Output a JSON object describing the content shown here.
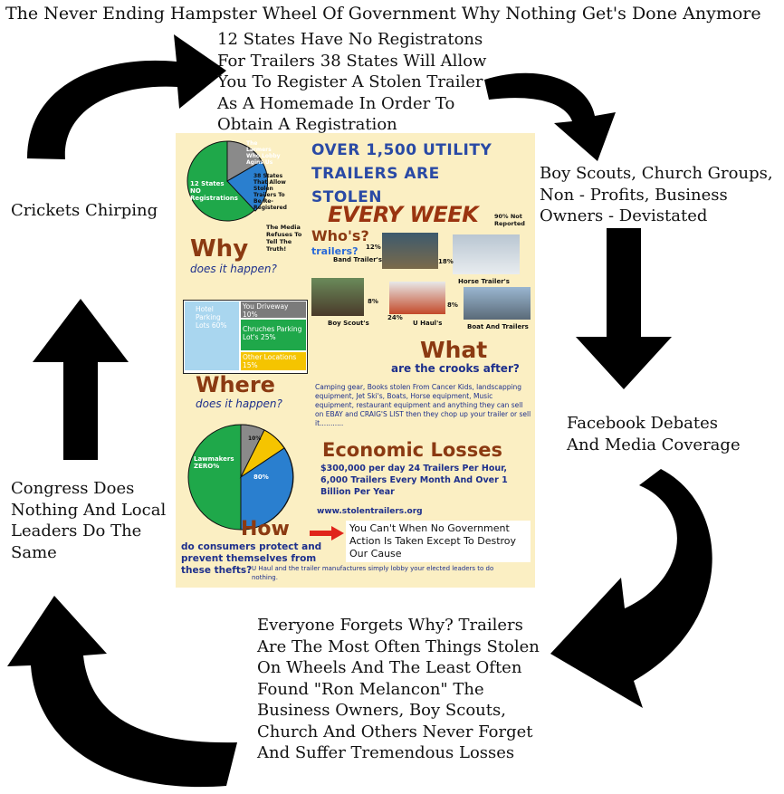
{
  "title": "The Never Ending Hampster Wheel Of Government Why Nothing Get's Done Anymore",
  "cycle": {
    "top": "12 States Have No Registratons\nFor Trailers 38 States Will Allow\nYou To Register A Stolen Trailer\nAs A Homemade In Order To\nObtain A Registration",
    "right_upper": "Boy Scouts, Church Groups,\nNon - Profits, Business\nOwners - Devistated",
    "right_lower": "Facebook Debates\nAnd Media Coverage",
    "bottom": "Everyone Forgets Why?  Trailers\nAre The Most Often Things Stolen\nOn Wheels And The Least Often\nFound \"Ron Melancon\"   The\nBusiness Owners, Boy Scouts,\nChurch And Others Never Forget\nAnd Suffer Tremendous Losses",
    "left_lower": "Congress Does\nNothing And Local\nLeaders Do The\nSame",
    "left_upper": "Crickets Chirping"
  },
  "poster": {
    "headline": "OVER 1,500 UTILITY\nTRAILERS ARE\nSTOLEN",
    "every_week": "EVERY WEEK",
    "not_reported": "90% Not Reported",
    "whos": "Who's?",
    "trailers_q": "trailers?",
    "why": "Why",
    "why_sub": "does it happen?",
    "where": "Where",
    "where_sub": "does it happen?",
    "what": "What",
    "what_sub": "are the crooks after?",
    "what_body": "Camping gear, Books stolen From Cancer Kids, landscapping equipment, Jet Ski's, Boats, Horse equipment, Music equipment, restaurant equipment and anything they can sell on EBAY and CRAIG'S LIST then they chop up your trailer or sell it...........",
    "econ": "Economic Losses",
    "econ_body": "$300,000 per day 24 Trailers Per Hour, 6,000 Trailers Every Month And Over 1 Billion Per Year",
    "site": "www.stolentrailers.org",
    "how": "How",
    "how_body": "do consumers protect and\nprevent themselves from\nthese thefts?",
    "how_answer": "You Can't When No Government Action Is Taken Except To Destroy Our Cause",
    "footer": "U Haul and the trailer manufactures simply lobby your elected leaders to do nothing.",
    "pie1_labels": {
      "a": "12 States NO Registrations",
      "b": "The Larmers Who Lobby Agins Us",
      "c": "38 States That Allow Stolen Trailers To Be Re-Registered",
      "d": "The Media Refuses To Tell The Truth!"
    },
    "bars": {
      "hotel": "Hotel Parking Lots 60%",
      "driveway": "You Driveway 10%",
      "churches": "Chruches Parking Lot's 25%",
      "other": "Other Locations 15%"
    },
    "pie2_labels": {
      "lawmakers": "Lawmakers ZERO%",
      "eighty": "80%",
      "ten": "10%"
    },
    "photo_captions": {
      "band": "Band Trailer's",
      "horse": "Horse Trailer's",
      "boyscout": "Boy Scout's",
      "uhaul": "U Haul's",
      "boat": "Boat And Trailers",
      "p12": "12%",
      "p18": "18%",
      "p8a": "8%",
      "p24": "24%",
      "p8b": "8%"
    }
  },
  "colors": {
    "poster_bg": "#fbefc3",
    "headline_blue": "#2a4aa5",
    "heading_brown": "#8b3a12",
    "text_navy": "#1d2f8c",
    "pie_green": "#1fa84a",
    "pie_blue": "#2a7fcf",
    "pie_yellow": "#f5c400",
    "arrow": "#000000"
  }
}
